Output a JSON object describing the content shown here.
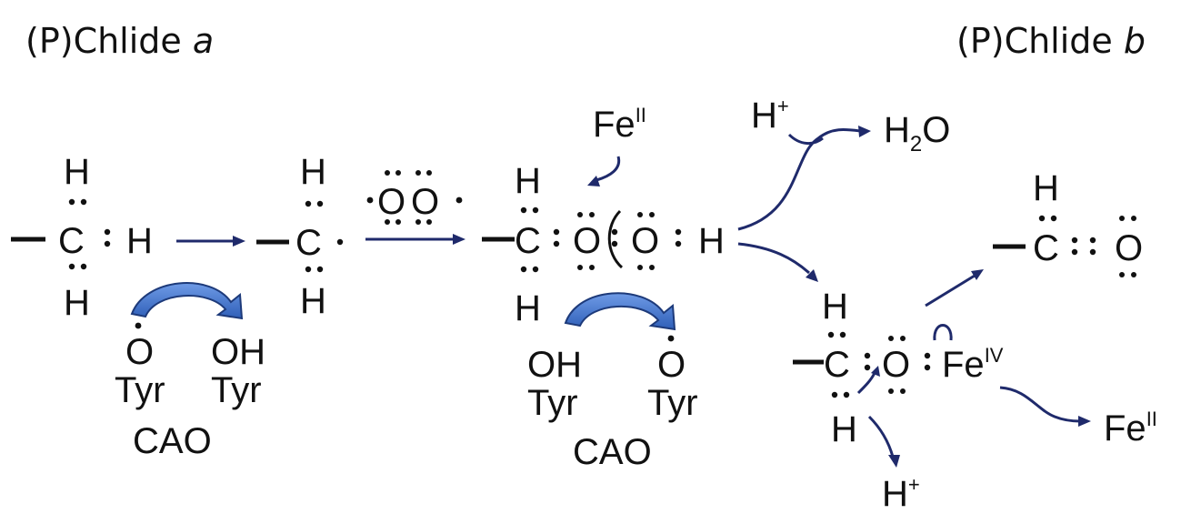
{
  "titles": {
    "left_text": "(P)Chlide ",
    "left_italic": "a",
    "right_text": "(P)Chlide ",
    "right_italic": "b"
  },
  "atoms": {
    "H": "H",
    "C": "C",
    "O": "O",
    "OH": "OH",
    "Tyr": "Tyr",
    "CAO": "CAO",
    "Fe": "Fe",
    "H2O_main": "H",
    "H2O_sub": "2",
    "H2O_end": "O"
  },
  "labels": {
    "fe_ii": "II",
    "fe_iv": "IV",
    "plus": "+"
  },
  "colors": {
    "arrow": "#1f2a6b",
    "curved_arrow_fill": "#3a6bc8",
    "text": "#111111"
  }
}
